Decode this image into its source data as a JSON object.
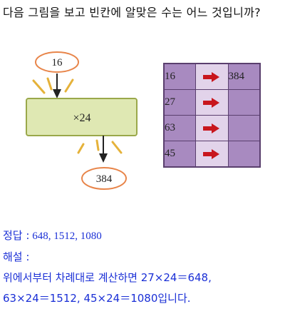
{
  "question": {
    "text": "다음 그림을 보고 빈칸에 알맞은 수는 어느 것입니까?"
  },
  "machine": {
    "input_value": "16",
    "operation": "×24",
    "output_value": "384"
  },
  "table": {
    "arrow_icon": "right-arrow-icon",
    "rows": [
      {
        "input": "16",
        "output": "384"
      },
      {
        "input": "27",
        "output": ""
      },
      {
        "input": "63",
        "output": ""
      },
      {
        "input": "45",
        "output": ""
      }
    ]
  },
  "answer": {
    "answer_label": "정답 :",
    "answer_value": "648, 1512, 1080",
    "explanation_label": "해설 :",
    "explanation_line1": "위에서부터 차례대로 계산하면 27×24＝648,",
    "explanation_line2": "63×24＝1512,  45×24＝1080입니다."
  },
  "colors": {
    "oval_border": "#e8854a",
    "machine_fill": "#dfe8b3",
    "machine_border": "#9aa84a",
    "table_dark": "#a88ac0",
    "table_light": "#e2d3ea",
    "arrow": "#c8161d",
    "answer_text": "#1a2fd6"
  }
}
